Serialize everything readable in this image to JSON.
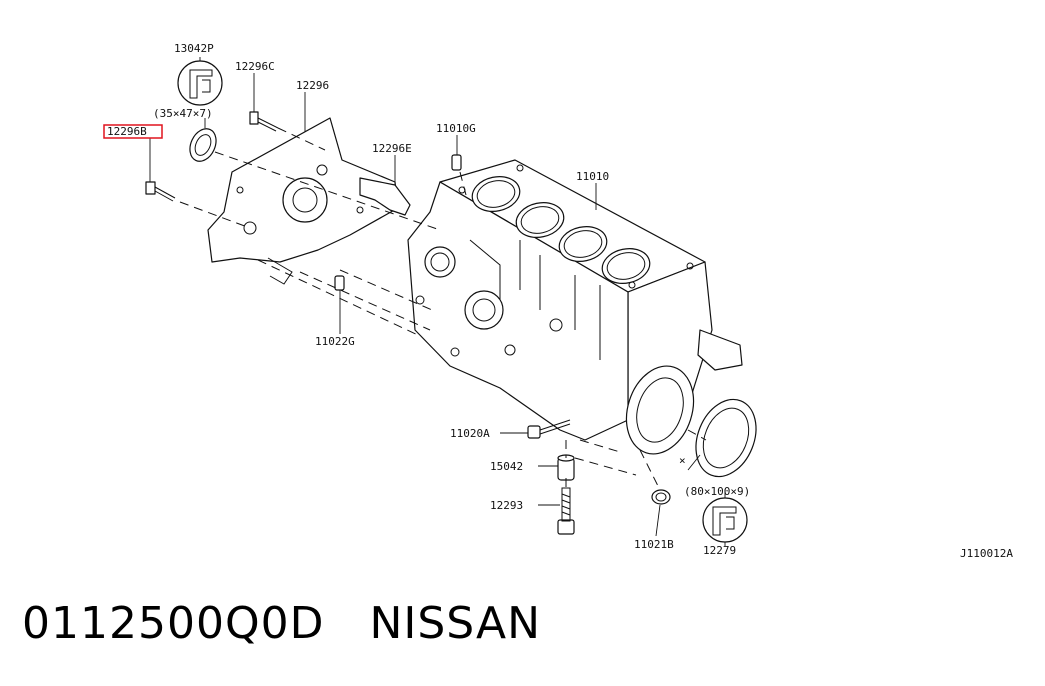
{
  "diagram": {
    "labels": {
      "p13042P": "13042P",
      "seal_small_dims": "(35×47×7)",
      "p12296C": "12296C",
      "p12296": "12296",
      "p12296B": "12296B",
      "p11010G": "11010G",
      "p12296E": "12296E",
      "p11010": "11010",
      "p11022G": "11022G",
      "p11020A": "11020A",
      "p15042": "15042",
      "p12293": "12293",
      "p11021B": "11021B",
      "seal_large_dims": "(80×100×9)",
      "p12279": "12279",
      "diagram_code": "J110012A",
      "x_mark": "×"
    },
    "highlight_color": "#e0141e"
  },
  "caption": {
    "part_number": "0112500Q0D",
    "brand": "NISSAN"
  }
}
